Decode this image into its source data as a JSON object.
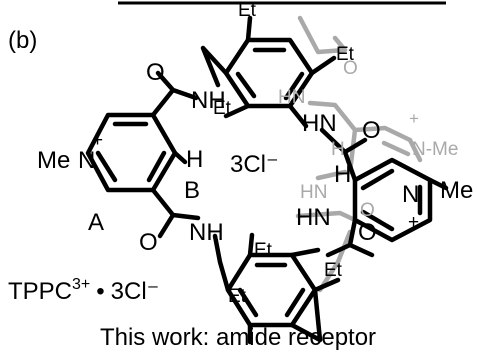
{
  "panel_label": "(b)",
  "atoms": {
    "et_1": "Et",
    "et_2": "Et",
    "et_3": "Et",
    "et_4": "Et",
    "et_5": "Et",
    "et_6": "Et",
    "oxygen_1": "O",
    "oxygen_2": "O",
    "oxygen_3": "O",
    "oxygen_4": "O",
    "amide_nh_1": "NH",
    "amide_nh_2": "NH",
    "amide_hn_1": "HN",
    "amide_hn_2": "HN",
    "pyridinium_n_left": "N",
    "pyridinium_plus_left": "+",
    "methyl_left": "Me",
    "pyridinium_h_left": "H",
    "pyridinium_n_right": "N",
    "pyridinium_plus_right": "+",
    "methyl_right": "Me",
    "pyridinium_h_right": "H",
    "label_a": "A",
    "label_b": "B",
    "back_hn_1": "HN",
    "back_hn_2": "HN",
    "back_o_1": "O",
    "back_o_2": "O",
    "back_n_me": "N-Me",
    "back_plus": "+",
    "back_h": "H",
    "center_anion": "3Cl⁻"
  },
  "formula": {
    "compound": "TPPC",
    "charge": "3+",
    "dot": "•",
    "counterion": "3Cl⁻"
  },
  "caption": "This work: amide receptor"
}
